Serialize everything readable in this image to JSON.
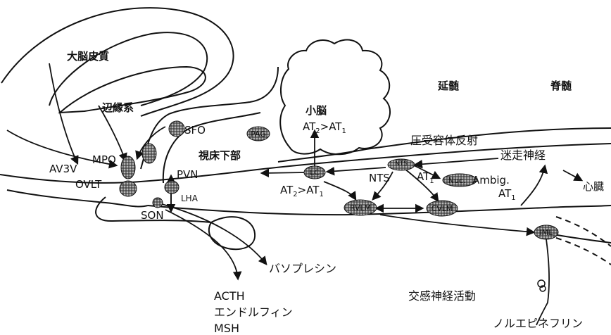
{
  "regions": {
    "cortex": "大脳皮質",
    "limbic": "辺縁系",
    "hypothalamus": "視床下部",
    "cerebellum": "小脳",
    "medulla": "延髄",
    "spinal_cord": "脊髄"
  },
  "nuclei": {
    "av3v": "AV3V",
    "ovlt": "OVLT",
    "mpo": "MPO",
    "sfo": "SFO",
    "pvn": "PVN",
    "son": "SON",
    "lha": "LHA",
    "pag": "PAG",
    "lc": "LC",
    "nts": "NTS",
    "nts_inner": "NTS",
    "rvlm": "RVLM",
    "cvlm": "CVLM",
    "nuc_amb_inner": "Nuc.",
    "ambig": "Ambig.",
    "iml": "IML"
  },
  "receptors": {
    "cerebellum_ratio_a": "AT",
    "cerebellum_ratio_sub_a": "2",
    "cerebellum_ratio_op": ">AT",
    "cerebellum_ratio_sub_b": "1",
    "lc_ratio_a": "AT",
    "lc_ratio_sub_a": "2",
    "lc_ratio_op": ">AT",
    "lc_ratio_sub_b": "1",
    "nts_at1": "AT",
    "nts_at1_sub": "1",
    "ambig_at1": "AT",
    "ambig_at1_sub": "1"
  },
  "outputs": {
    "baroreflex": "圧受容体反射",
    "vagus": "迷走神経",
    "heart": "心臓",
    "vasopressin": "バソプレシン",
    "acth": "ACTH",
    "endorphin": "エンドルフィン",
    "msh": "MSH",
    "sympathetic": "交感神経活動",
    "noradrenaline": "ノルエピネフリン"
  }
}
